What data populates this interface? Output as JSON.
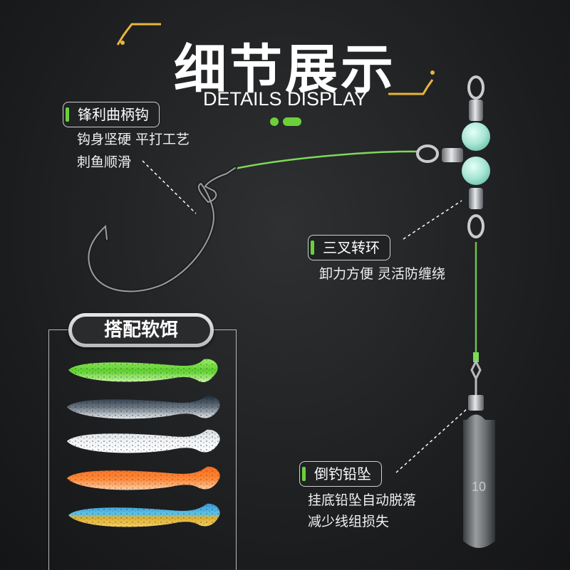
{
  "header": {
    "title": "细节展示",
    "subtitle": "DETAILS DISPLAY"
  },
  "callouts": {
    "hook": {
      "label": "锋利曲柄钩",
      "lines": [
        "钩身坚硬  平打工艺",
        "刺鱼顺滑"
      ]
    },
    "swivel": {
      "label": "三叉转环",
      "lines": [
        "卸力方便 灵活防缠绕"
      ]
    },
    "sinker": {
      "label": "倒钓铅坠",
      "lines": [
        "挂底铅坠自动脱落",
        "减少线组损失"
      ]
    }
  },
  "lures": {
    "title": "搭配软饵",
    "colors": [
      "green",
      "black-clear",
      "white-clear",
      "orange",
      "blue-gold"
    ]
  },
  "sinker_mark": "10",
  "colors": {
    "accent_green": "#6bd13a",
    "line_green": "#7ed957",
    "corner_gold": "#e8b43a"
  }
}
